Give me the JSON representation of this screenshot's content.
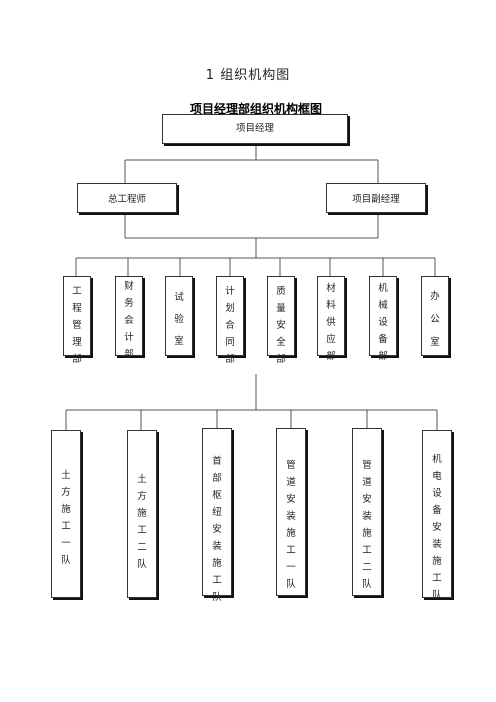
{
  "section_title": "1 组织机构图",
  "chart_title": "项目经理部组织机构框图",
  "top": {
    "manager": "项目经理"
  },
  "level2": {
    "chief_engineer": "总工程师",
    "deputy_manager": "项目副经理"
  },
  "departments": [
    "工程管理部",
    "财务会计部",
    "试验室",
    "计划合同部",
    "质量安全部",
    "材料供应部",
    "机械设备部",
    "办公室"
  ],
  "teams": [
    "土方施工一队",
    "土方施工二队",
    "首部枢纽安装施工队",
    "管道安装施工一队",
    "管道安装施工二队",
    "机电设备安装施工队"
  ]
}
